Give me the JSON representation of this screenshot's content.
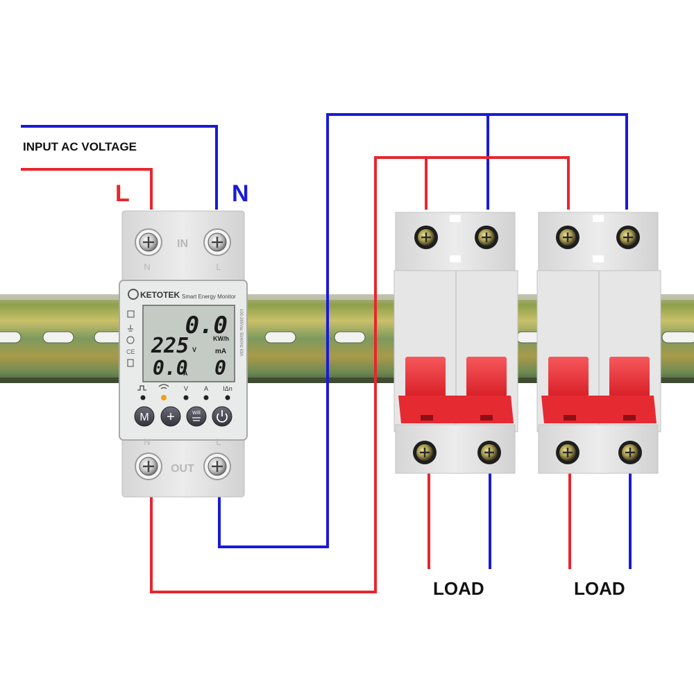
{
  "labels": {
    "input_ac_voltage": "INPUT AC VOLTAGE",
    "live": "L",
    "neutral": "N",
    "load_left": "LOAD",
    "load_right": "LOAD"
  },
  "meter": {
    "brand": "KETOTEK",
    "product": "Smart Energy Monitor",
    "side_spec": "100-265Vac 50/60Hz 63A",
    "in_label": "IN",
    "out_label": "OUT",
    "in_n": "N",
    "in_l": "L",
    "out_n": "N",
    "out_l": "L",
    "lcd": {
      "energy_value": "0.0",
      "energy_unit": "KW/h",
      "voltage_value": "225",
      "voltage_unit": "V",
      "current_value": "0.0",
      "current_unit": "A",
      "leakage_unit": "mA",
      "leakage_value": "0"
    },
    "indicators": {
      "v": "V",
      "a": "A",
      "leak": "IΔn"
    },
    "buttons": {
      "mode": "M",
      "plus": "+",
      "wifi": "Wifi"
    }
  },
  "colors": {
    "live_wire": "#e8262c",
    "neutral_wire": "#1a1ad6",
    "breaker_lever": "#f0383e",
    "lcd_bg": "#c4cbc4",
    "device_body": "#e3e3e3",
    "din_rail": "#8c9a5a"
  }
}
